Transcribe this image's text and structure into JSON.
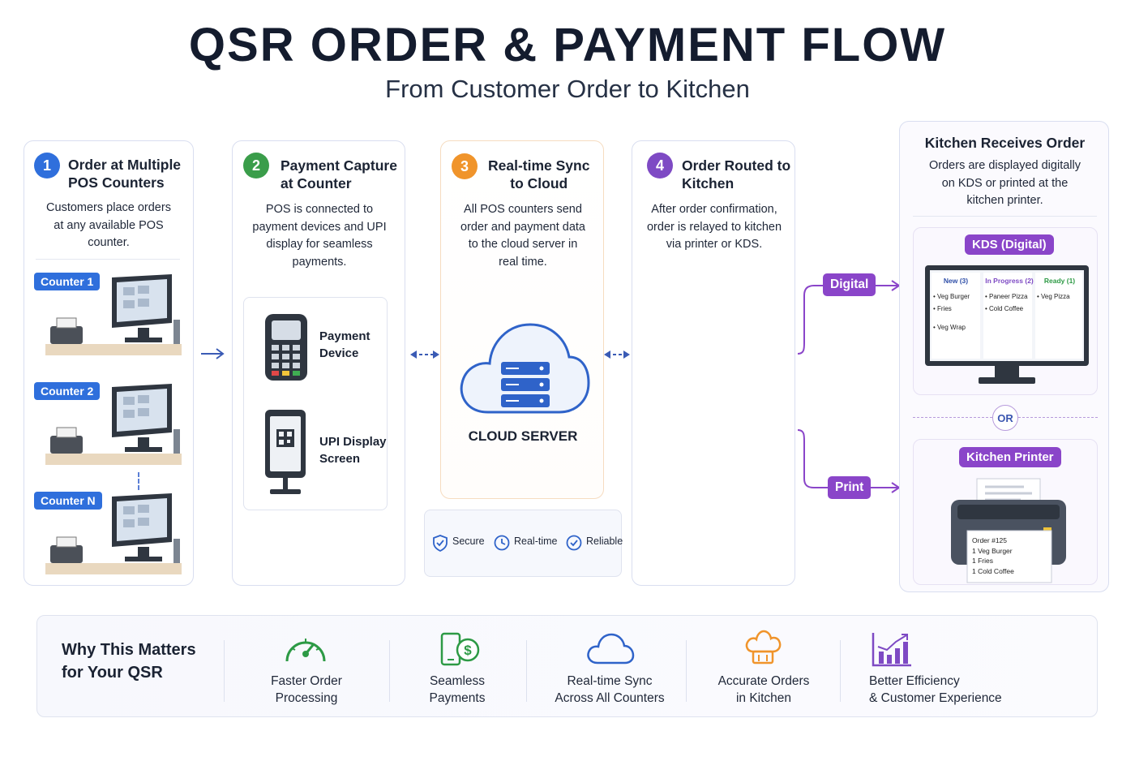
{
  "title": "QSR ORDER & PAYMENT FLOW",
  "subtitle": "From Customer Order to Kitchen",
  "colors": {
    "step1": "#2f6fdc",
    "step2": "#3a9d4a",
    "step3": "#f0942b",
    "step4": "#7e4ac4",
    "purple": "#8a45c9"
  },
  "step1": {
    "number": "1",
    "title_line1": "Order at Multiple",
    "title_line2": "POS Counters",
    "desc_line1": "Customers place orders",
    "desc_line2": "at any available POS",
    "desc_line3": "counter.",
    "counters": [
      "Counter 1",
      "Counter 2",
      "Counter N"
    ]
  },
  "step2": {
    "number": "2",
    "title_line1": "Payment Capture",
    "title_line2": "at Counter",
    "desc_line1": "POS is connected to",
    "desc_line2": "payment devices and UPI",
    "desc_line3": "display for seamless",
    "desc_line4": "payments.",
    "device1_line1": "Payment",
    "device1_line2": "Device",
    "device2_line1": "UPI Display",
    "device2_line2": "Screen"
  },
  "step3": {
    "number": "3",
    "title_line1": "Real-time Sync",
    "title_line2": "to Cloud",
    "desc_line1": "All POS counters send",
    "desc_line2": "order and payment data",
    "desc_line3": "to the cloud server in",
    "desc_line4": "real time.",
    "server_label": "CLOUD SERVER",
    "badges": [
      "Secure",
      "Real-time",
      "Reliable"
    ]
  },
  "step4": {
    "number": "4",
    "title_line1": "Order Routed to",
    "title_line2": "Kitchen",
    "desc_line1": "After order confirmation,",
    "desc_line2": "order is relayed to kitchen",
    "desc_line3": "via printer or KDS."
  },
  "routes": {
    "digital": "Digital",
    "print": "Print"
  },
  "kitchen": {
    "title": "Kitchen Receives Order",
    "desc_line1": "Orders are displayed digitally",
    "desc_line2": "on KDS or printed at the",
    "desc_line3": "kitchen printer.",
    "kds_title": "KDS (Digital)",
    "kds_columns": [
      {
        "header": "New (3)",
        "items": [
          "• Veg Burger",
          "• Fries",
          "• Veg Wrap"
        ]
      },
      {
        "header": "In Progress (2)",
        "items": [
          "• Paneer Pizza",
          "• Cold Coffee"
        ]
      },
      {
        "header": "Ready (1)",
        "items": [
          "• Veg Pizza"
        ]
      }
    ],
    "or_label": "OR",
    "printer_title": "Kitchen Printer",
    "receipt": [
      "Order #125",
      "1 Veg Burger",
      "1 Fries",
      "1 Cold Coffee"
    ]
  },
  "why": {
    "title_line1": "Why This Matters",
    "title_line2": "for Your QSR",
    "features": [
      {
        "icon": "speedometer-icon",
        "line1": "Faster Order",
        "line2": "Processing"
      },
      {
        "icon": "mobile-payment-icon",
        "line1": "Seamless",
        "line2": "Payments"
      },
      {
        "icon": "cloud-icon",
        "line1": "Real-time Sync",
        "line2": "Across All Counters"
      },
      {
        "icon": "chef-hat-icon",
        "line1": "Accurate Orders",
        "line2": "in Kitchen"
      },
      {
        "icon": "growth-chart-icon",
        "line1": "Better Efficiency",
        "line2": "& Customer Experience"
      }
    ]
  }
}
